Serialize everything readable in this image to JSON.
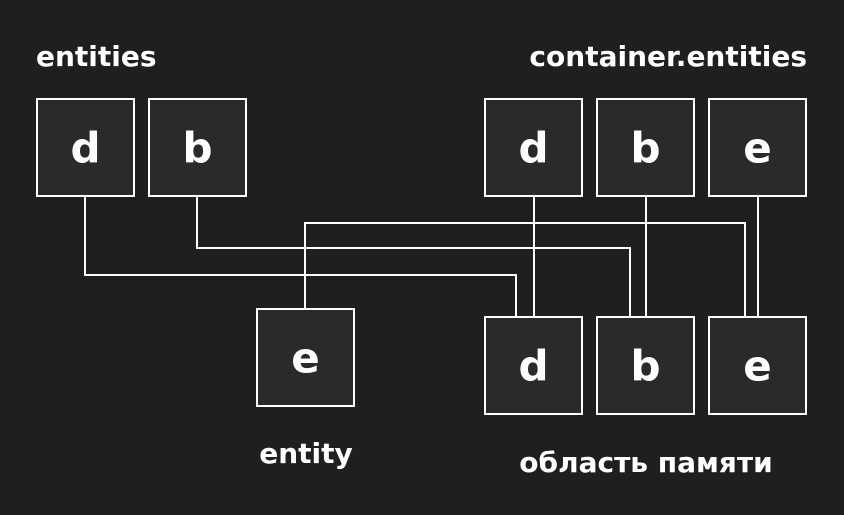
{
  "labels": {
    "entities": "entities",
    "container_entities": "container.entities",
    "entity": "entity",
    "memory_region": "область памяти"
  },
  "entities": [
    "d",
    "b"
  ],
  "container_entities": [
    "d",
    "b",
    "e"
  ],
  "entity": "e",
  "memory_region": [
    "d",
    "b",
    "e"
  ],
  "colors": {
    "background": "#1f1f20",
    "box_fill": "#2a2a2b",
    "stroke": "#ffffff",
    "text": "#ffffff"
  }
}
